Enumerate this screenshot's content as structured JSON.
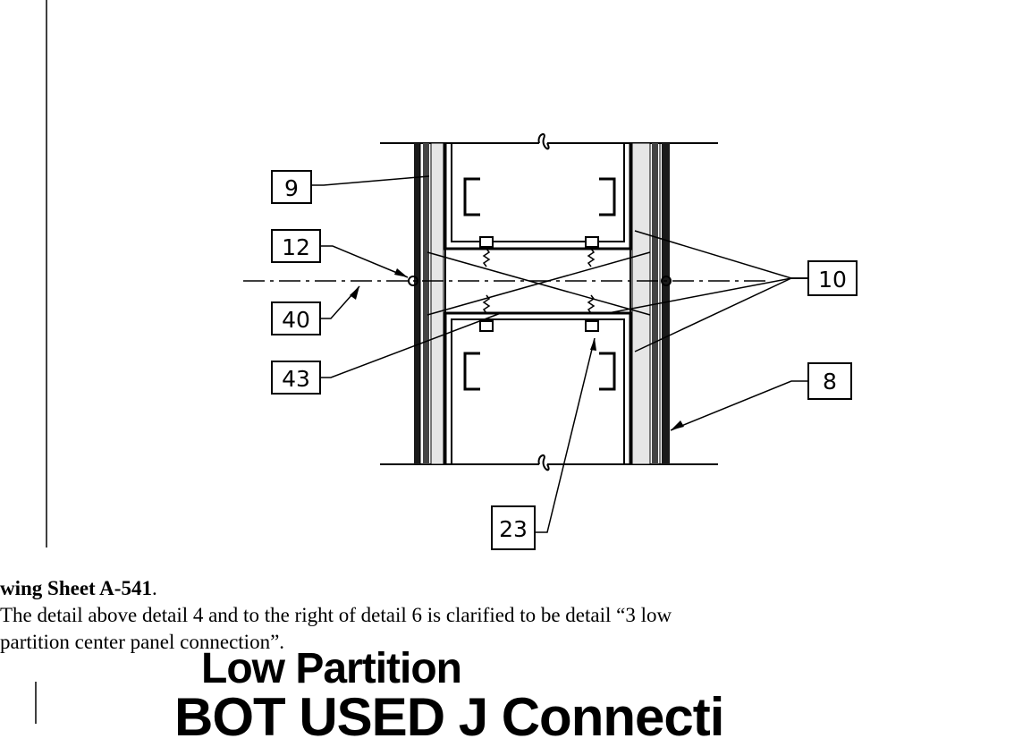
{
  "callouts": {
    "c9": "9",
    "c12": "12",
    "c40": "40",
    "c43": "43",
    "c10": "10",
    "c8": "8",
    "c23": "23"
  },
  "revision": {
    "heading": "wing Sheet A-541",
    "heading_period": ".",
    "line1": "The detail above detail 4 and to the right of detail 6 is clarified to be detail “3 low",
    "line2": "partition center panel connection”."
  },
  "stamp": {
    "line1": "Low Partition",
    "line2": "BOT USED J Connecti"
  }
}
